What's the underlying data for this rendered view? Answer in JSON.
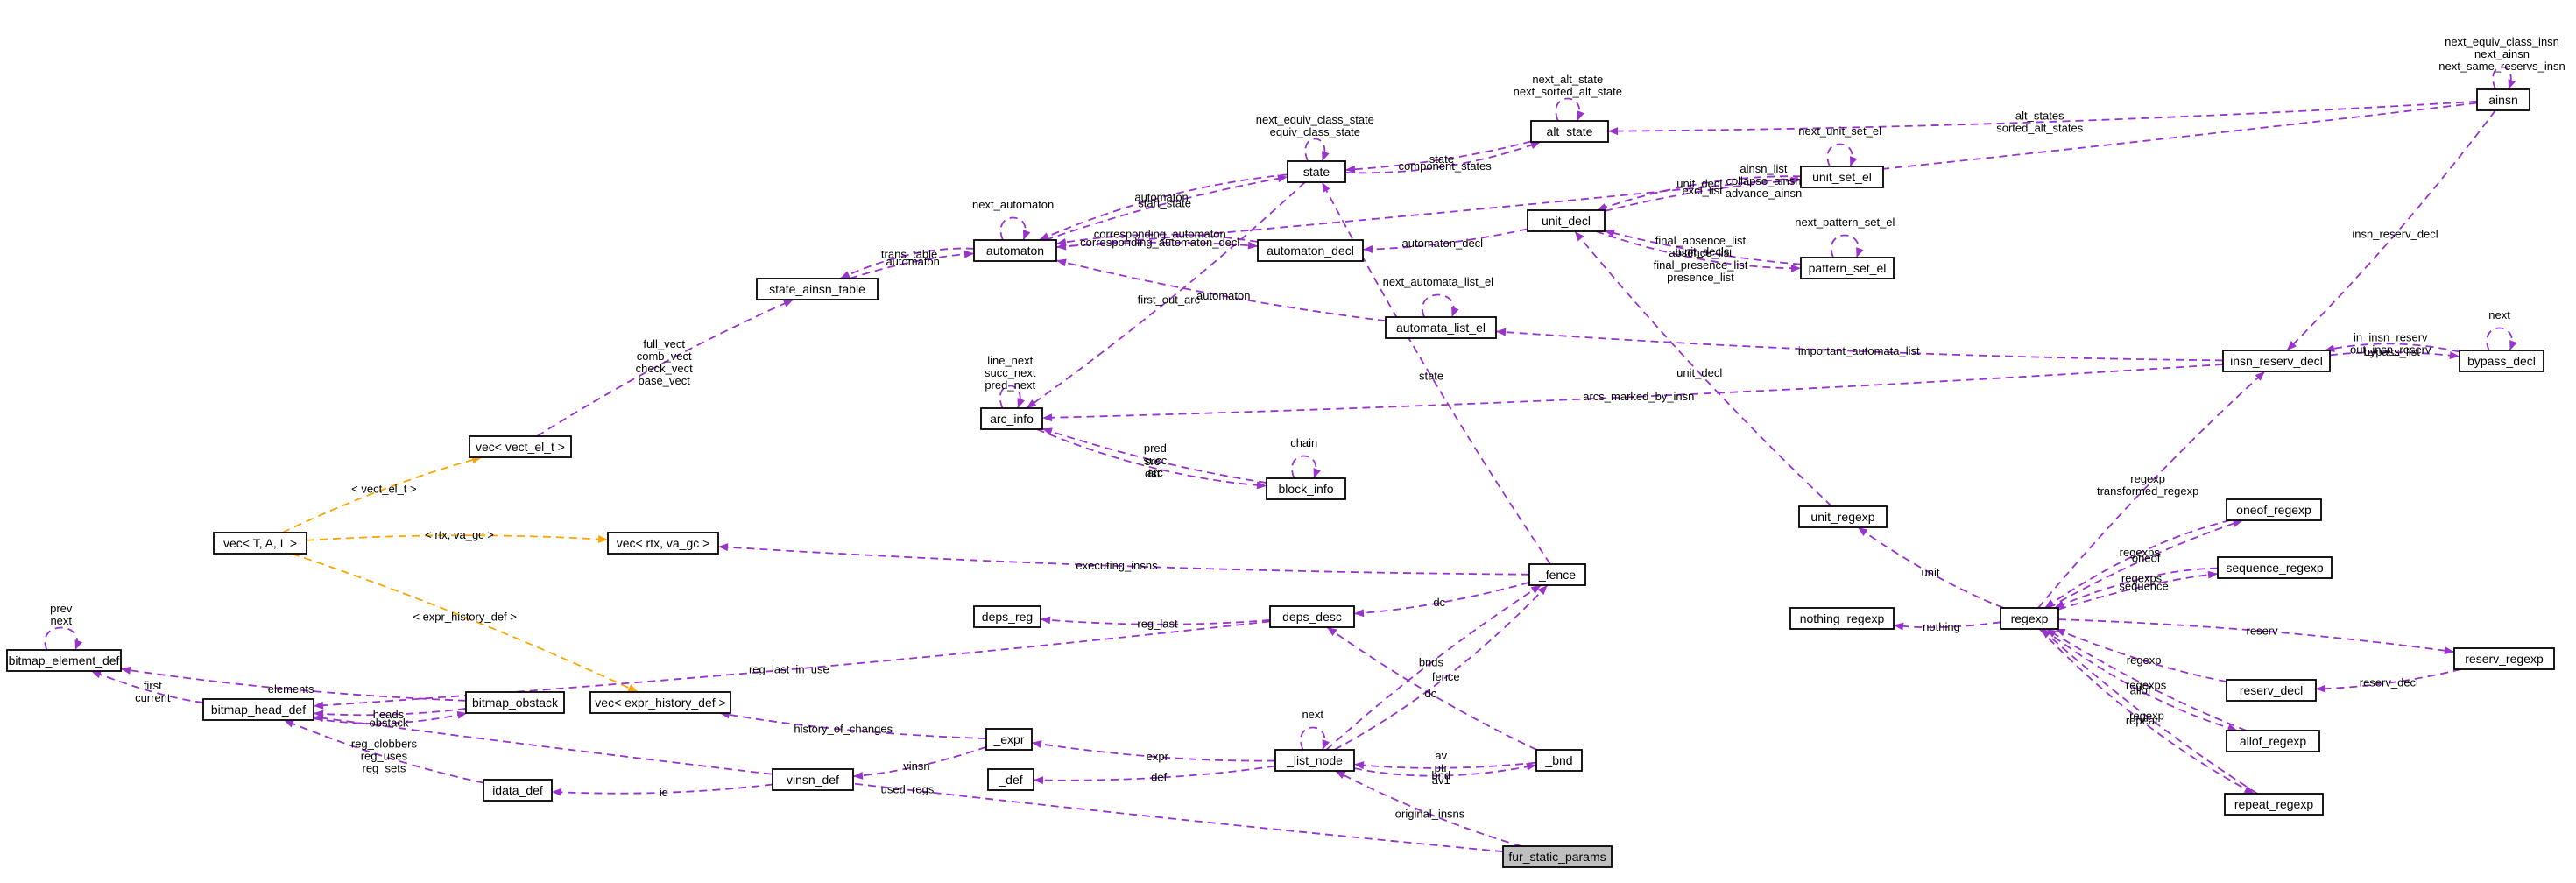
{
  "diagram": {
    "nodes": [
      {
        "id": "ainsn",
        "label": "ainsn"
      },
      {
        "id": "alt_state",
        "label": "alt_state"
      },
      {
        "id": "state",
        "label": "state"
      },
      {
        "id": "automaton",
        "label": "automaton"
      },
      {
        "id": "automaton_decl",
        "label": "automaton_decl"
      },
      {
        "id": "unit_decl",
        "label": "unit_decl"
      },
      {
        "id": "unit_set_el",
        "label": "unit_set_el"
      },
      {
        "id": "pattern_set_el",
        "label": "pattern_set_el"
      },
      {
        "id": "automata_list_el",
        "label": "automata_list_el"
      },
      {
        "id": "state_ainsn_table",
        "label": "state_ainsn_table"
      },
      {
        "id": "vec_vect",
        "label": "vec< vect_el_t >"
      },
      {
        "id": "vec_t",
        "label": "vec< T, A, L >"
      },
      {
        "id": "vec_rtx",
        "label": "vec< rtx, va_gc >"
      },
      {
        "id": "vec_expr",
        "label": "vec< expr_history_def >"
      },
      {
        "id": "arc_info",
        "label": "arc_info"
      },
      {
        "id": "block_info",
        "label": "block_info"
      },
      {
        "id": "insn_reserv_decl",
        "label": "insn_reserv_decl"
      },
      {
        "id": "bypass_decl",
        "label": "bypass_decl"
      },
      {
        "id": "unit_regexp",
        "label": "unit_regexp"
      },
      {
        "id": "oneof_regexp",
        "label": "oneof_regexp"
      },
      {
        "id": "sequence_regexp",
        "label": "sequence_regexp"
      },
      {
        "id": "nothing_regexp",
        "label": "nothing_regexp"
      },
      {
        "id": "regexp",
        "label": "regexp"
      },
      {
        "id": "reserv_regexp",
        "label": "reserv_regexp"
      },
      {
        "id": "reserv_decl",
        "label": "reserv_decl"
      },
      {
        "id": "allof_regexp",
        "label": "allof_regexp"
      },
      {
        "id": "repeat_regexp",
        "label": "repeat_regexp"
      },
      {
        "id": "fence",
        "label": "_fence"
      },
      {
        "id": "deps_reg",
        "label": "deps_reg"
      },
      {
        "id": "deps_desc",
        "label": "deps_desc"
      },
      {
        "id": "bitmap_element_def",
        "label": "bitmap_element_def"
      },
      {
        "id": "bitmap_head_def",
        "label": "bitmap_head_def"
      },
      {
        "id": "bitmap_obstack",
        "label": "bitmap_obstack"
      },
      {
        "id": "expr",
        "label": "_expr"
      },
      {
        "id": "def",
        "label": "_def"
      },
      {
        "id": "vinsn_def",
        "label": "vinsn_def"
      },
      {
        "id": "idata_def",
        "label": "idata_def"
      },
      {
        "id": "list_node",
        "label": "_list_node"
      },
      {
        "id": "bnd",
        "label": "_bnd"
      },
      {
        "id": "fur_static_params",
        "label": "fur_static_params"
      }
    ],
    "edges": [
      {
        "from": "ainsn",
        "to": "automaton",
        "labels": [
          "ainsn_list",
          "collapse_ainsn",
          "advance_ainsn"
        ],
        "color": "purple"
      },
      {
        "from": "ainsn",
        "to": "ainsn",
        "labels": [
          "next_equiv_class_insn",
          "next_ainsn",
          "next_same_reservs_insn"
        ],
        "color": "purple"
      },
      {
        "from": "ainsn",
        "to": "alt_state",
        "labels": [
          "alt_states",
          "sorted_alt_states"
        ],
        "color": "purple"
      },
      {
        "from": "alt_state",
        "to": "alt_state",
        "labels": [
          "next_alt_state",
          "next_sorted_alt_state"
        ],
        "color": "purple"
      },
      {
        "from": "alt_state",
        "to": "state",
        "labels": [
          "state"
        ],
        "color": "purple"
      },
      {
        "from": "state",
        "to": "alt_state",
        "labels": [
          "component_states"
        ],
        "color": "purple"
      },
      {
        "from": "state",
        "to": "state",
        "labels": [
          "next_equiv_class_state",
          "equiv_class_state"
        ],
        "color": "purple"
      },
      {
        "from": "automaton",
        "to": "state",
        "labels": [
          "start_state"
        ],
        "color": "purple"
      },
      {
        "from": "state",
        "to": "automaton",
        "labels": [
          "automaton"
        ],
        "color": "purple"
      },
      {
        "from": "state",
        "to": "arc_info",
        "labels": [
          "first_out_arc"
        ],
        "color": "purple"
      },
      {
        "from": "automaton",
        "to": "automaton",
        "labels": [
          "next_automaton"
        ],
        "color": "purple"
      },
      {
        "from": "automaton",
        "to": "automaton_decl",
        "labels": [
          "corresponding_automaton_decl"
        ],
        "color": "purple"
      },
      {
        "from": "automaton_decl",
        "to": "automaton",
        "labels": [
          "corresponding_automaton"
        ],
        "color": "purple"
      },
      {
        "from": "state_ainsn_table",
        "to": "automaton",
        "labels": [
          "automaton"
        ],
        "color": "purple"
      },
      {
        "from": "automaton",
        "to": "state_ainsn_table",
        "labels": [
          "trans_table"
        ],
        "color": "purple"
      },
      {
        "from": "automata_list_el",
        "to": "automaton",
        "labels": [
          "automaton"
        ],
        "color": "purple"
      },
      {
        "from": "automata_list_el",
        "to": "automata_list_el",
        "labels": [
          "next_automata_list_el"
        ],
        "color": "purple"
      },
      {
        "from": "unit_decl",
        "to": "automaton_decl",
        "labels": [
          "automaton_decl"
        ],
        "color": "purple"
      },
      {
        "from": "unit_decl",
        "to": "unit_set_el",
        "labels": [
          "excl_list"
        ],
        "color": "purple"
      },
      {
        "from": "unit_set_el",
        "to": "unit_decl",
        "labels": [
          "unit_decl"
        ],
        "color": "purple"
      },
      {
        "from": "unit_set_el",
        "to": "unit_set_el",
        "labels": [
          "next_unit_set_el"
        ],
        "color": "purple"
      },
      {
        "from": "pattern_set_el",
        "to": "unit_decl",
        "labels": [
          "unit_decls"
        ],
        "color": "purple"
      },
      {
        "from": "pattern_set_el",
        "to": "pattern_set_el",
        "labels": [
          "next_pattern_set_el"
        ],
        "color": "purple"
      },
      {
        "from": "unit_decl",
        "to": "pattern_set_el",
        "labels": [
          "final_absence_list",
          "absence_list",
          "final_presence_list",
          "presence_list"
        ],
        "color": "purple"
      },
      {
        "from": "unit_regexp",
        "to": "unit_decl",
        "labels": [
          "unit_decl"
        ],
        "color": "purple"
      },
      {
        "from": "vec_vect",
        "to": "state_ainsn_table",
        "labels": [
          "full_vect",
          "comb_vect",
          "check_vect",
          "base_vect"
        ],
        "color": "purple"
      },
      {
        "from": "vec_t",
        "to": "vec_vect",
        "labels": [
          "< vect_el_t >"
        ],
        "color": "orange"
      },
      {
        "from": "vec_t",
        "to": "vec_rtx",
        "labels": [
          "< rtx, va_gc >"
        ],
        "color": "orange"
      },
      {
        "from": "vec_t",
        "to": "vec_expr",
        "labels": [
          "< expr_history_def >"
        ],
        "color": "orange"
      },
      {
        "from": "arc_info",
        "to": "arc_info",
        "labels": [
          "line_next",
          "succ_next",
          "pred_next"
        ],
        "color": "purple"
      },
      {
        "from": "block_info",
        "to": "arc_info",
        "labels": [
          "pred",
          "succ",
          "arc"
        ],
        "color": "purple"
      },
      {
        "from": "arc_info",
        "to": "block_info",
        "labels": [
          "src",
          "dst"
        ],
        "color": "purple"
      },
      {
        "from": "block_info",
        "to": "block_info",
        "labels": [
          "chain"
        ],
        "color": "purple"
      },
      {
        "from": "insn_reserv_decl",
        "to": "arc_info",
        "labels": [
          "arcs_marked_by_insn"
        ],
        "color": "purple"
      },
      {
        "from": "insn_reserv_decl",
        "to": "automata_list_el",
        "labels": [
          "important_automata_list"
        ],
        "color": "purple"
      },
      {
        "from": "ainsn",
        "to": "insn_reserv_decl",
        "labels": [
          "insn_reserv_decl"
        ],
        "color": "purple"
      },
      {
        "from": "insn_reserv_decl",
        "to": "bypass_decl",
        "labels": [
          "bypass_list"
        ],
        "color": "purple"
      },
      {
        "from": "bypass_decl",
        "to": "insn_reserv_decl",
        "labels": [
          "in_insn_reserv",
          "out_insn_reserv"
        ],
        "color": "purple"
      },
      {
        "from": "bypass_decl",
        "to": "bypass_decl",
        "labels": [
          "next"
        ],
        "color": "purple"
      },
      {
        "from": "regexp",
        "to": "insn_reserv_decl",
        "labels": [
          "regexp",
          "transformed_regexp"
        ],
        "color": "purple"
      },
      {
        "from": "regexp",
        "to": "oneof_regexp",
        "labels": [
          "oneof"
        ],
        "color": "purple"
      },
      {
        "from": "oneof_regexp",
        "to": "regexp",
        "labels": [
          "regexps"
        ],
        "color": "purple"
      },
      {
        "from": "regexp",
        "to": "sequence_regexp",
        "labels": [
          "sequence"
        ],
        "color": "purple"
      },
      {
        "from": "sequence_regexp",
        "to": "regexp",
        "labels": [
          "regexps"
        ],
        "color": "purple"
      },
      {
        "from": "regexp",
        "to": "unit_regexp",
        "labels": [
          "unit"
        ],
        "color": "purple"
      },
      {
        "from": "regexp",
        "to": "nothing_regexp",
        "labels": [
          "nothing"
        ],
        "color": "purple"
      },
      {
        "from": "regexp",
        "to": "reserv_regexp",
        "labels": [
          "reserv"
        ],
        "color": "purple"
      },
      {
        "from": "reserv_regexp",
        "to": "reserv_decl",
        "labels": [
          "reserv_decl"
        ],
        "color": "purple"
      },
      {
        "from": "reserv_decl",
        "to": "regexp",
        "labels": [
          "regexp"
        ],
        "color": "purple"
      },
      {
        "from": "allof_regexp",
        "to": "regexp",
        "labels": [
          "regexps"
        ],
        "color": "purple"
      },
      {
        "from": "regexp",
        "to": "allof_regexp",
        "labels": [
          "allof"
        ],
        "color": "purple"
      },
      {
        "from": "repeat_regexp",
        "to": "regexp",
        "labels": [
          "regexp"
        ],
        "color": "purple"
      },
      {
        "from": "regexp",
        "to": "repeat_regexp",
        "labels": [
          "repeat"
        ],
        "color": "purple"
      },
      {
        "from": "fence",
        "to": "state",
        "labels": [
          "state"
        ],
        "color": "purple"
      },
      {
        "from": "fence",
        "to": "vec_rtx",
        "labels": [
          "executing_insns"
        ],
        "color": "purple"
      },
      {
        "from": "fence",
        "to": "deps_desc",
        "labels": [
          "dc"
        ],
        "color": "purple"
      },
      {
        "from": "deps_desc",
        "to": "deps_reg",
        "labels": [
          "reg_last"
        ],
        "color": "purple"
      },
      {
        "from": "deps_desc",
        "to": "bitmap_head_def",
        "labels": [
          "reg_last_in_use"
        ],
        "color": "purple"
      },
      {
        "from": "bnd",
        "to": "deps_desc",
        "labels": [
          "dc"
        ],
        "color": "purple"
      },
      {
        "from": "list_node",
        "to": "fence",
        "labels": [
          "bnds"
        ],
        "color": "purple"
      },
      {
        "from": "list_node",
        "to": "fence",
        "labels": [
          "fence"
        ],
        "color": "purple"
      },
      {
        "from": "bitmap_element_def",
        "to": "bitmap_element_def",
        "labels": [
          "prev",
          "next"
        ],
        "color": "purple"
      },
      {
        "from": "bitmap_head_def",
        "to": "bitmap_element_def",
        "labels": [
          "first",
          "current"
        ],
        "color": "purple"
      },
      {
        "from": "bitmap_obstack",
        "to": "bitmap_element_def",
        "labels": [
          "elements"
        ],
        "color": "purple"
      },
      {
        "from": "bitmap_obstack",
        "to": "bitmap_head_def",
        "labels": [
          "heads"
        ],
        "color": "purple"
      },
      {
        "from": "bitmap_head_def",
        "to": "bitmap_obstack",
        "labels": [
          "obstack"
        ],
        "color": "purple"
      },
      {
        "from": "idata_def",
        "to": "bitmap_head_def",
        "labels": [
          "reg_clobbers",
          "reg_uses",
          "reg_sets"
        ],
        "color": "purple"
      },
      {
        "from": "expr",
        "to": "vec_expr",
        "labels": [
          "history_of_changes"
        ],
        "color": "purple"
      },
      {
        "from": "expr",
        "to": "vinsn_def",
        "labels": [
          "vinsn"
        ],
        "color": "purple"
      },
      {
        "from": "vinsn_def",
        "to": "idata_def",
        "labels": [
          "id"
        ],
        "color": "purple"
      },
      {
        "from": "list_node",
        "to": "expr",
        "labels": [
          "expr"
        ],
        "color": "purple"
      },
      {
        "from": "list_node",
        "to": "def",
        "labels": [
          "def"
        ],
        "color": "purple"
      },
      {
        "from": "list_node",
        "to": "list_node",
        "labels": [
          "next"
        ],
        "color": "purple"
      },
      {
        "from": "bnd",
        "to": "list_node",
        "labels": [
          "av",
          "ptr",
          "av1"
        ],
        "color": "purple"
      },
      {
        "from": "list_node",
        "to": "bnd",
        "labels": [
          "bnd"
        ],
        "color": "purple"
      },
      {
        "from": "fur_static_params",
        "to": "list_node",
        "labels": [
          "original_insns"
        ],
        "color": "purple"
      },
      {
        "from": "fur_static_params",
        "to": "bitmap_head_def",
        "labels": [
          "used_regs"
        ],
        "color": "purple"
      }
    ]
  },
  "colors": {
    "purple": "#9a32cd",
    "orange": "#ffa500",
    "highlight_fill": "#bfbfbf"
  }
}
